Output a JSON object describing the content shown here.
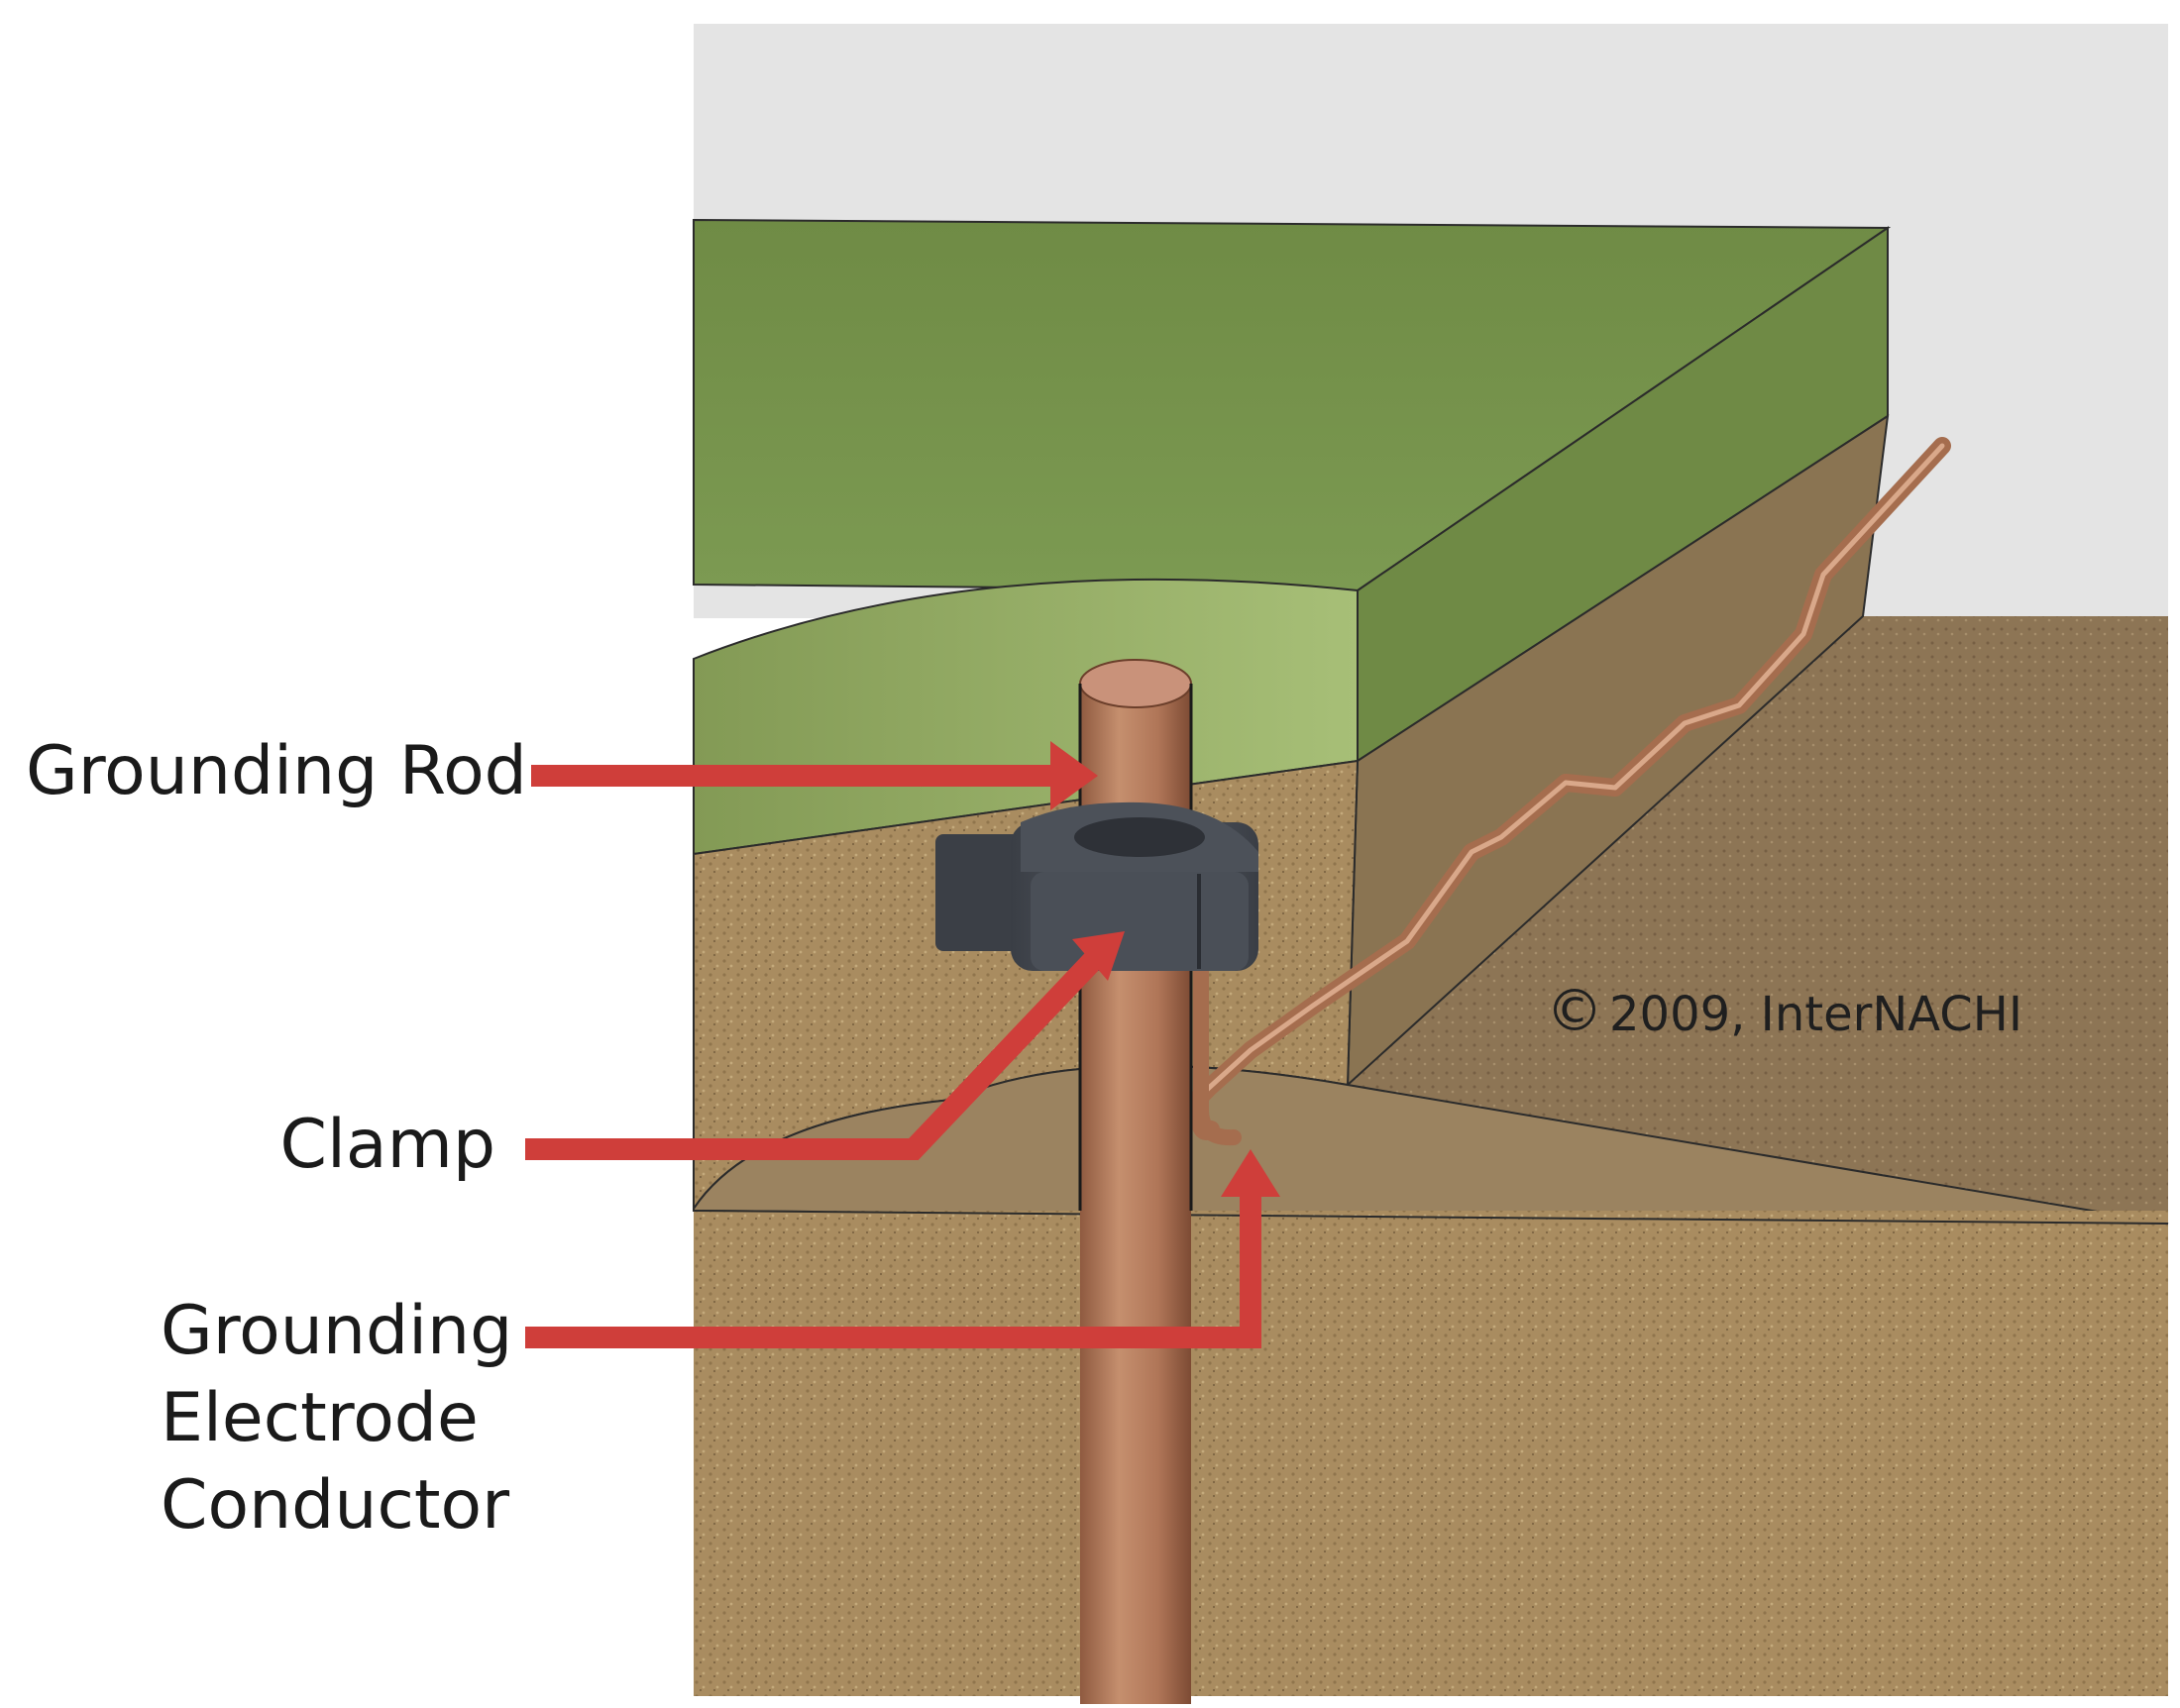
{
  "labels": {
    "grounding_rod": "Grounding Rod",
    "clamp": "Clamp",
    "gec_line1": "Grounding",
    "gec_line2": "Electrode",
    "gec_line3": "Conductor"
  },
  "copyright": {
    "symbol": "©",
    "text": "2009, InterNACHI"
  },
  "colors": {
    "arrow": "#cf3e3a",
    "rod": "#b27a5a",
    "clamp": "#454a52",
    "grass": "#6e8a4a",
    "soil": "#a68a5f",
    "wall": "#e6e6e6"
  }
}
